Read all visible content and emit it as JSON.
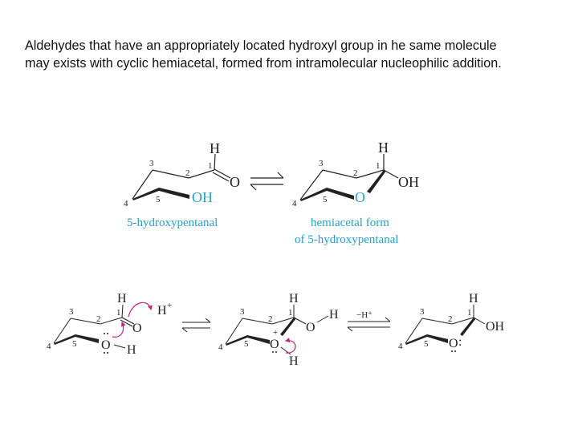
{
  "slide": {
    "intro_text": "Aldehydes that have an appropriately located hydroxyl group in he same molecule may exists with cyclic hemiacetal, formed from intramolecular nucleophilic addition."
  },
  "top_scheme": {
    "left": {
      "atoms": {
        "h": "H",
        "o": "O",
        "oh": "OH"
      },
      "numbers": {
        "n1": "1",
        "n2": "2",
        "n3": "3",
        "n4": "4",
        "n5": "5"
      },
      "caption": "5-hydroxypentanal"
    },
    "right": {
      "atoms": {
        "h": "H",
        "oh": "OH",
        "ring_o": "O"
      },
      "numbers": {
        "n1": "1",
        "n2": "2",
        "n3": "3",
        "n4": "4",
        "n5": "5"
      },
      "caption_line1": "hemiacetal form",
      "caption_line2": "of 5-hydroxypentanal"
    },
    "arrow": "equilibrium"
  },
  "bottom_scheme": {
    "step1": {
      "atoms": {
        "h": "H",
        "o": "O",
        "ring_o": "O",
        "oh_h": "H",
        "proton": "H",
        "proton_charge": "+"
      },
      "numbers": {
        "n1": "1",
        "n2": "2",
        "n3": "3",
        "n4": "4",
        "n5": "5"
      }
    },
    "step2": {
      "atoms": {
        "h": "H",
        "o": "O",
        "o_h": "H",
        "ring_o": "O",
        "ring_o_h": "H",
        "charge": "+"
      },
      "numbers": {
        "n1": "1",
        "n2": "2",
        "n3": "3",
        "n4": "4",
        "n5": "5"
      }
    },
    "step3": {
      "atoms": {
        "h": "H",
        "oh": "OH",
        "ring_o": "O",
        "lone_pair": ":"
      },
      "numbers": {
        "n1": "1",
        "n2": "2",
        "n3": "3",
        "n4": "4",
        "n5": "5"
      }
    },
    "arrow2_label": "−H⁺"
  },
  "colors": {
    "accent_blue": "#2a9fc9",
    "mechanism_arrow": "#c0267a",
    "ink": "#222222"
  }
}
